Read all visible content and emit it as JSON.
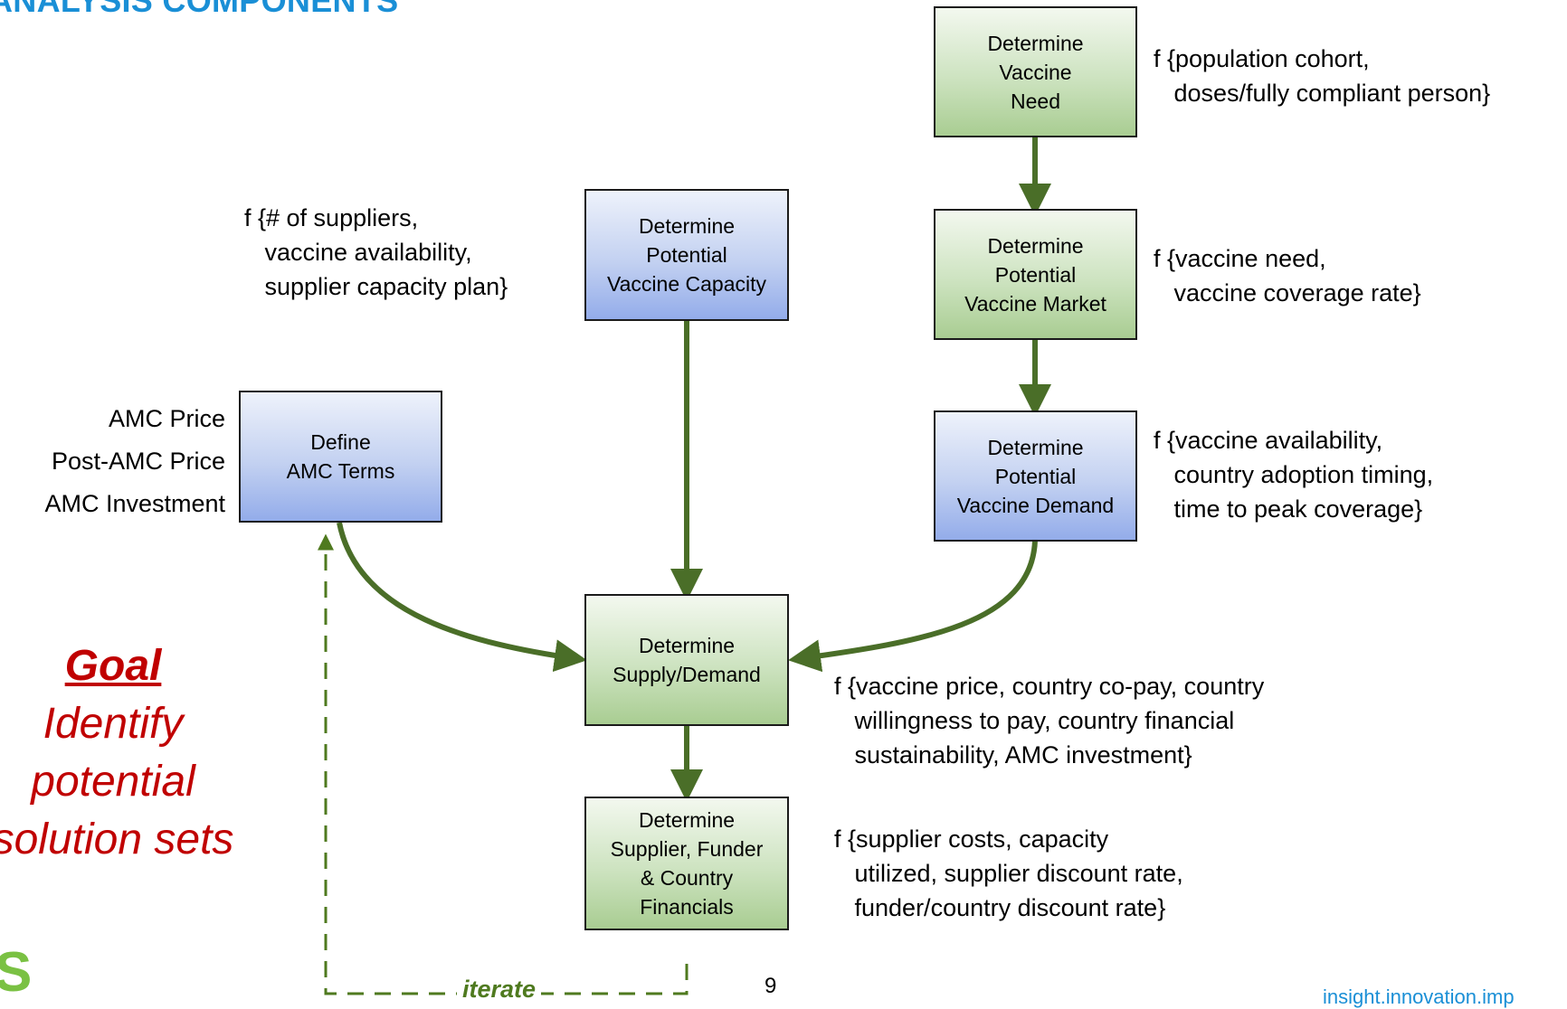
{
  "title": "ANALYSIS COMPONENTS",
  "colors": {
    "arrow": "#4a6e28",
    "dashed": "#4f7a1f",
    "goal": "#c00000",
    "title": "#1a8fd6"
  },
  "boxes": {
    "vaccine_need": "Determine\nVaccine\nNeed",
    "vaccine_market": "Determine\nPotential\nVaccine Market",
    "vaccine_demand": "Determine\nPotential\nVaccine Demand",
    "vaccine_capacity": "Determine\nPotential\nVaccine Capacity",
    "amc_terms": "Define\nAMC Terms",
    "supply_demand": "Determine\nSupply/Demand",
    "financials": "Determine\nSupplier, Funder\n& Country\nFinancials"
  },
  "annotations": {
    "need": "f {population cohort,\n   doses/fully compliant person}",
    "market": "f {vaccine need,\n   vaccine coverage rate}",
    "demand": "f {vaccine availability,\n   country adoption timing,\n   time to peak coverage}",
    "capacity": "f {# of suppliers,\n   vaccine availability,\n   supplier capacity plan}",
    "supply_demand": "f {vaccine price, country co-pay, country\n   willingness to pay, country financial\n   sustainability, AMC investment}",
    "financials": "f {supplier costs, capacity\n   utilized, supplier discount rate,\n   funder/country discount rate}"
  },
  "amc_inputs": [
    "AMC Price",
    "Post-AMC Price",
    "AMC Investment"
  ],
  "goal": {
    "title": "Goal",
    "text": "Identify\npotential\nsolution sets"
  },
  "iterate_label": "iterate",
  "page_number": "9",
  "footer": "insight.innovation.imp",
  "logo_mark": "S"
}
